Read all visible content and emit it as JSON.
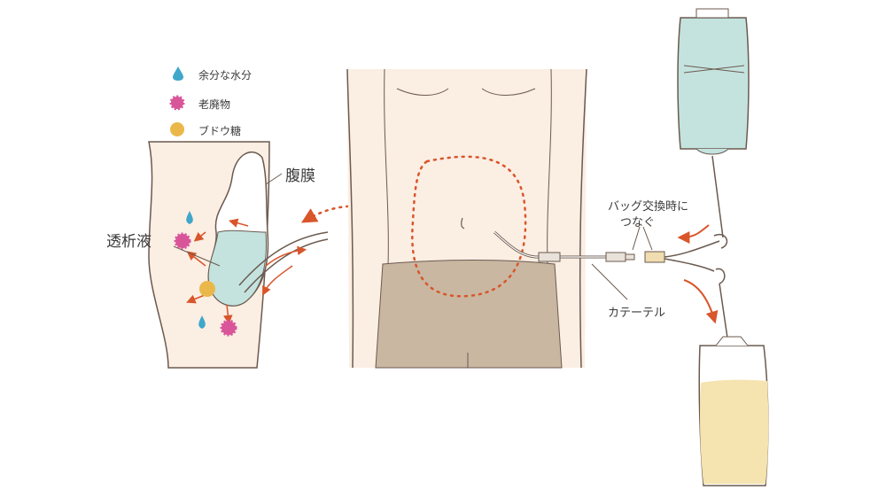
{
  "legend": {
    "items": [
      {
        "label": "余分な水分",
        "icon": "water-drop-icon",
        "color": "#3fa7c9"
      },
      {
        "label": "老廃物",
        "icon": "waste-particle-icon",
        "color": "#d9559a"
      },
      {
        "label": "ブドウ糖",
        "icon": "glucose-dot-icon",
        "color": "#eab84a"
      }
    ]
  },
  "labels": {
    "peritoneum": "腹膜",
    "dialysate": "透析液",
    "connect_note_line1": "バッグ交換時に",
    "connect_note_line2": "つなぐ",
    "catheter": "カテーテル"
  },
  "colors": {
    "skin": "#fbeee3",
    "outline": "#6b5a4f",
    "dialysate": "#c4e3df",
    "drain_fluid": "#f5e3b0",
    "shorts": "#c9b7a1",
    "arrow": "#d9552b"
  }
}
